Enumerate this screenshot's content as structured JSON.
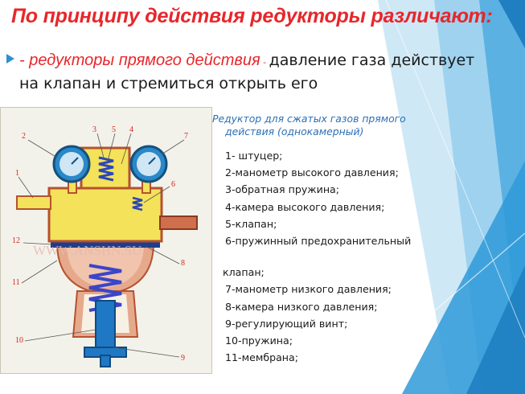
{
  "slide": {
    "title": "По принципу действия редукторы различают:",
    "bullet": {
      "term": "- редукторы прямого действия",
      "dash": " - ",
      "text": "давление газа действует на клапан и стремиться открыть его"
    }
  },
  "figure": {
    "watermark": "WWW.ANSHN.SU",
    "callouts": [
      "2",
      "3",
      "5",
      "4",
      "7",
      "1",
      "6",
      "12",
      "8",
      "11",
      "10",
      "9"
    ]
  },
  "caption": {
    "title_line1": "Редуктор для сжатых газов прямого",
    "title_line2": "действия  (однокамерный)",
    "parts": [
      "1- штуцер;",
      "2-манометр высокого давления;",
      "3-обратная пружина;",
      "4-камера высокого давления;",
      "5-клапан;",
      "6-пружинный предохранительный",
      "клапан;",
      "7-манометр низкого давления;",
      "8-камера низкого давления;",
      "9-регулирующий винт;",
      "10-пружина;",
      "11-мембрана;"
    ]
  },
  "colors": {
    "title": "#e8262a",
    "accent_blue": "#2f8fd0",
    "caption_blue": "#2b6fb5"
  }
}
